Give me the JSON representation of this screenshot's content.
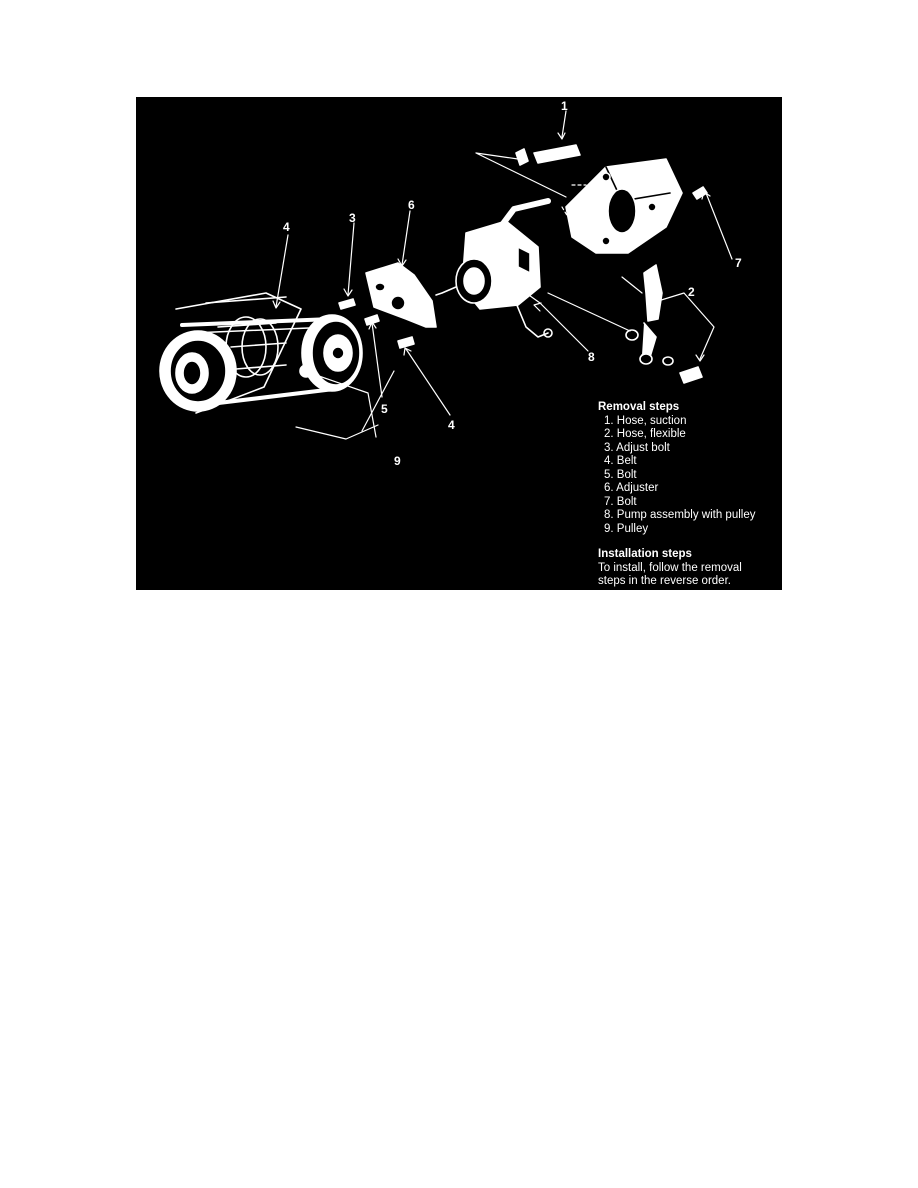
{
  "callouts": {
    "c1": "1",
    "c2": "2",
    "c3": "3",
    "c4a": "4",
    "c4b": "4",
    "c5": "5",
    "c6": "6",
    "c7": "7",
    "c8": "8",
    "c9": "9"
  },
  "removal": {
    "heading": "Removal steps",
    "steps": [
      "1. Hose, suction",
      "2. Hose, flexible",
      "3. Adjust bolt",
      "4. Belt",
      "5. Bolt",
      "6. Adjuster",
      "7. Bolt",
      "8. Pump assembly with pulley",
      "9. Pulley"
    ]
  },
  "installation": {
    "heading": "Installation steps",
    "line1": "To install, follow the removal",
    "line2": "steps in the reverse order."
  }
}
